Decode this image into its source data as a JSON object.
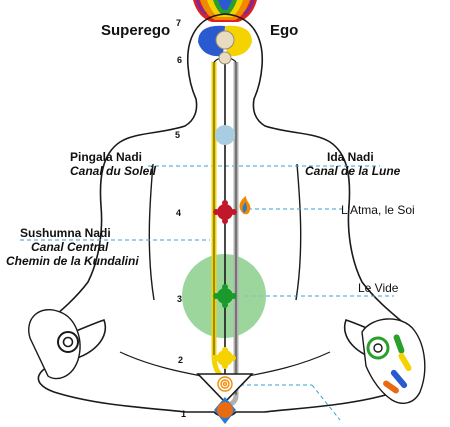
{
  "headings": {
    "superego": "Superego",
    "ego": "Ego"
  },
  "chakra_numbers": [
    "1",
    "2",
    "3",
    "4",
    "5",
    "6",
    "7"
  ],
  "labels": {
    "pingala_title": "Pingala Nadi",
    "pingala_sub": "Canal du Soleil",
    "ida_title": "Ida Nadi",
    "ida_sub": "Canal de la Lune",
    "atma": "L'Atma, le Soi",
    "sushumna_title": "Sushumna Nadi",
    "sushumna_sub1": "Canal Central",
    "sushumna_sub2": "Chemin de la Kundalini",
    "vide": "Le Vide"
  },
  "colors": {
    "pingala": "#f2d400",
    "ida": "#b0b0b0",
    "sushumna": "#1a1a1a",
    "guide": "#3aa0d0",
    "vide": "#8ccf8c",
    "heart": "#c0182a",
    "nabhi": "#1a9a2a",
    "vishuddhi": "#a8cde0",
    "swadisthan": "#f5d300",
    "mooladhara": "#ea6a10",
    "agnya": "#e8dcc0"
  },
  "icons": [
    "crown-lotus-icon",
    "flame-icon",
    "spiral-icon"
  ]
}
